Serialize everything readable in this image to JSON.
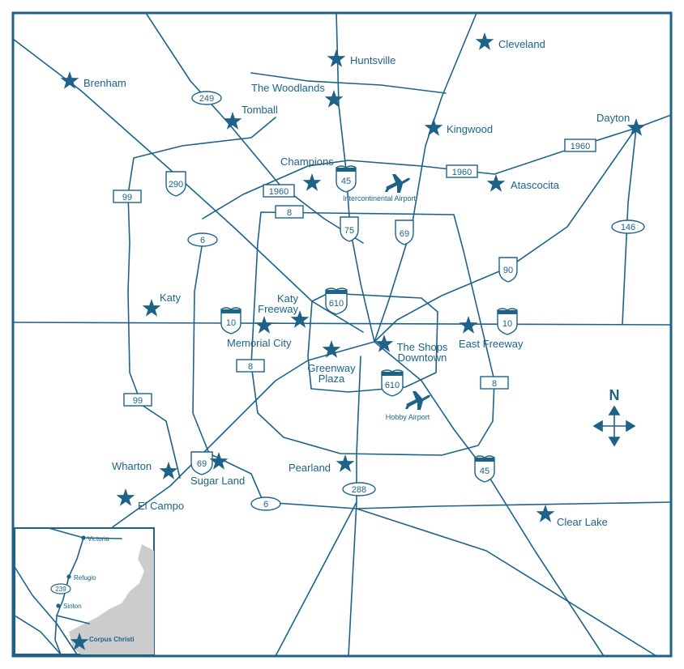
{
  "map": {
    "colors": {
      "primary": "#1f6287",
      "inset_land": "#cccccc",
      "background": "#ffffff"
    },
    "compass": {
      "label": "N"
    },
    "cities": [
      {
        "id": "cleveland",
        "label": "Cleveland"
      },
      {
        "id": "huntsville",
        "label": "Huntsville"
      },
      {
        "id": "brenham",
        "label": "Brenham"
      },
      {
        "id": "the-woodlands",
        "label": "The Woodlands"
      },
      {
        "id": "tomball",
        "label": "Tomball"
      },
      {
        "id": "kingwood",
        "label": "Kingwood"
      },
      {
        "id": "dayton",
        "label": "Dayton"
      },
      {
        "id": "champions",
        "label": "Champions"
      },
      {
        "id": "atascocita",
        "label": "Atascocita"
      },
      {
        "id": "katy",
        "label": "Katy"
      },
      {
        "id": "katy-freeway",
        "label": "Katy Freeway"
      },
      {
        "id": "memorial-city",
        "label": "Memorial City"
      },
      {
        "id": "the-shops-downtown",
        "label": "The Shops Downtown"
      },
      {
        "id": "greenway-plaza",
        "label": "Greenway Plaza"
      },
      {
        "id": "east-freeway",
        "label": "East Freeway"
      },
      {
        "id": "wharton",
        "label": "Wharton"
      },
      {
        "id": "sugar-land",
        "label": "Sugar Land"
      },
      {
        "id": "pearland",
        "label": "Pearland"
      },
      {
        "id": "el-campo",
        "label": "El Campo"
      },
      {
        "id": "clear-lake",
        "label": "Clear Lake"
      }
    ],
    "airports": [
      {
        "id": "intercontinental",
        "label": "Intercontinental Airport"
      },
      {
        "id": "hobby",
        "label": "Hobby Airport"
      }
    ],
    "shields": [
      {
        "id": "us290",
        "type": "us",
        "label": "290"
      },
      {
        "id": "i45-north",
        "type": "interstate",
        "label": "45"
      },
      {
        "id": "i45-south",
        "type": "interstate",
        "label": "45"
      },
      {
        "id": "us75",
        "type": "us",
        "label": "75"
      },
      {
        "id": "us69-north",
        "type": "us",
        "label": "69"
      },
      {
        "id": "us69-south",
        "type": "us",
        "label": "69"
      },
      {
        "id": "us90",
        "type": "us",
        "label": "90"
      },
      {
        "id": "i10-west",
        "type": "interstate",
        "label": "10"
      },
      {
        "id": "i10-east",
        "type": "interstate",
        "label": "10"
      },
      {
        "id": "i610-north",
        "type": "interstate",
        "label": "610"
      },
      {
        "id": "i610-south",
        "type": "interstate",
        "label": "610"
      },
      {
        "id": "fm1960-west",
        "type": "rect",
        "label": "1960"
      },
      {
        "id": "fm1960-mid",
        "type": "rect",
        "label": "1960"
      },
      {
        "id": "fm1960-east",
        "type": "rect",
        "label": "1960"
      },
      {
        "id": "bw8-north",
        "type": "rect",
        "label": "8"
      },
      {
        "id": "bw8-west",
        "type": "rect",
        "label": "8"
      },
      {
        "id": "bw8-east",
        "type": "rect",
        "label": "8"
      },
      {
        "id": "sh99-north",
        "type": "rect",
        "label": "99"
      },
      {
        "id": "sh99-south",
        "type": "rect",
        "label": "99"
      },
      {
        "id": "sh249",
        "type": "oval",
        "label": "249"
      },
      {
        "id": "sh6-north",
        "type": "oval",
        "label": "6"
      },
      {
        "id": "sh6-south",
        "type": "oval",
        "label": "6"
      },
      {
        "id": "sh146",
        "type": "oval",
        "label": "146"
      },
      {
        "id": "sh288",
        "type": "oval",
        "label": "288"
      }
    ],
    "inset": {
      "cities": [
        {
          "id": "victoria",
          "label": "Victoria"
        },
        {
          "id": "refugio",
          "label": "Refugio"
        },
        {
          "id": "sinton",
          "label": "Sinton"
        },
        {
          "id": "corpus-christi",
          "label": "Corpus Christi"
        }
      ],
      "shield_label": "239"
    }
  }
}
